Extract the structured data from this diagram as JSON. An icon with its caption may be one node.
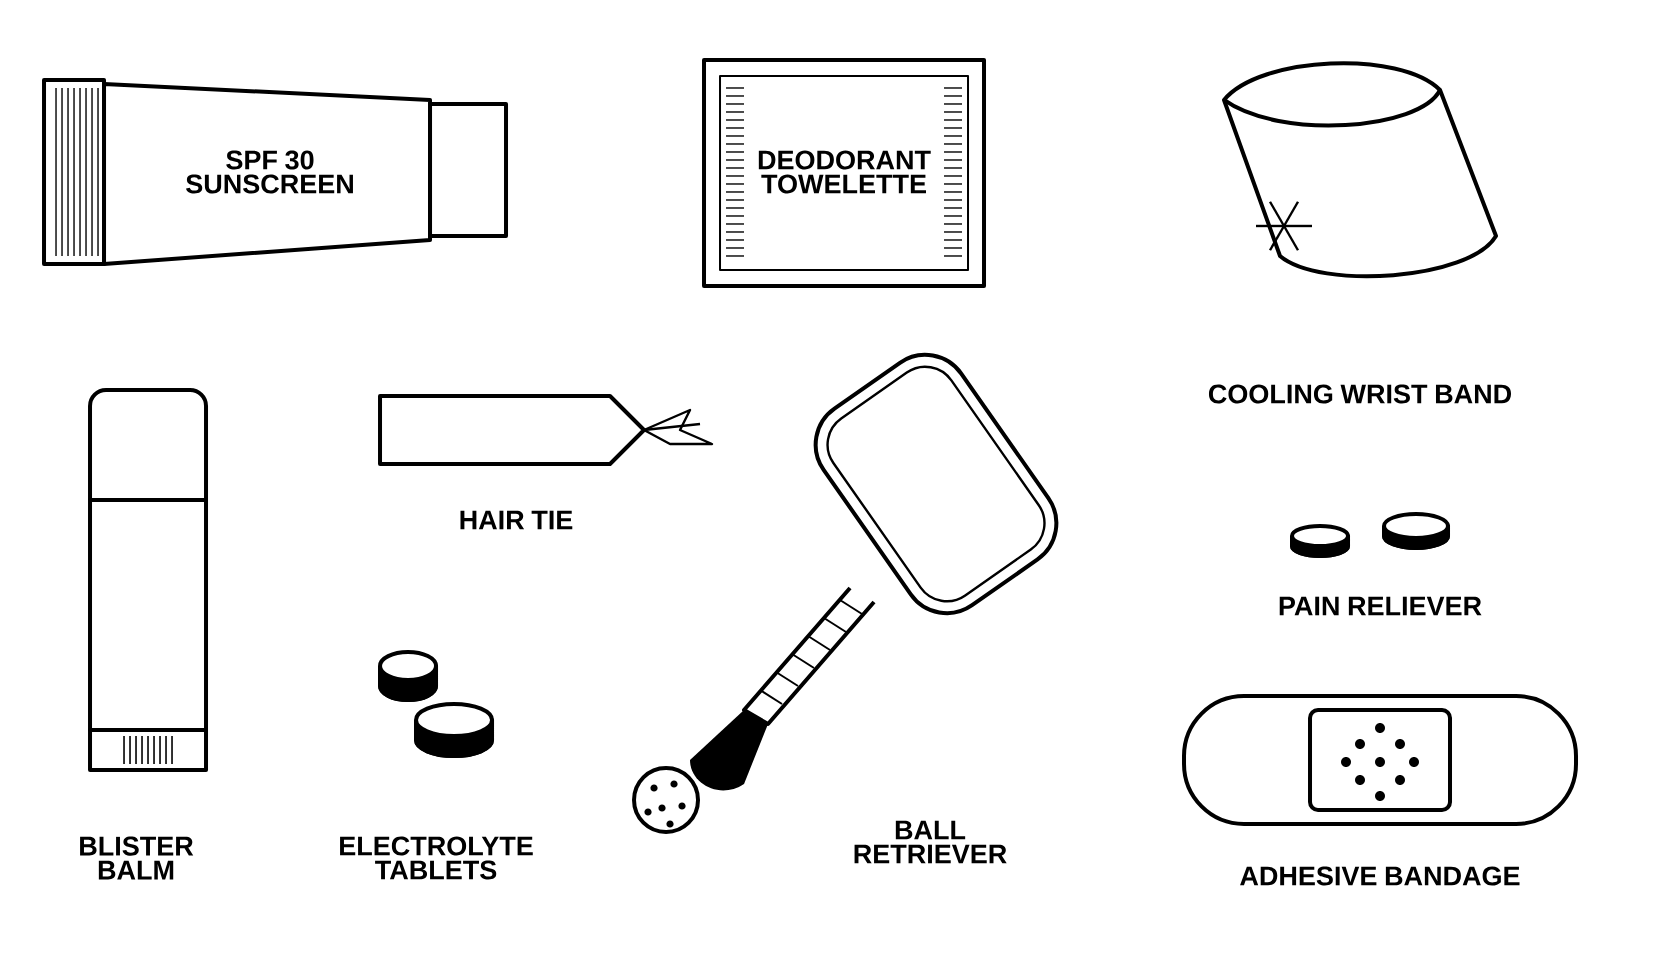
{
  "diagram": {
    "nodes": [
      {
        "text": [
          "SPF 30 SUNSCREEN"
        ]
      },
      {
        "text": [
          "DEODORANT TOWELETTE"
        ]
      }
    ],
    "labels": [
      "COOLING WRIST BAND",
      "HAIR TIE",
      "PAIN RELIEVER",
      "BLISTER BALM",
      "ELECTROLYTE TABLETS",
      "BALL RETRIEVER",
      "ADHESIVE BANDAGE"
    ]
  }
}
